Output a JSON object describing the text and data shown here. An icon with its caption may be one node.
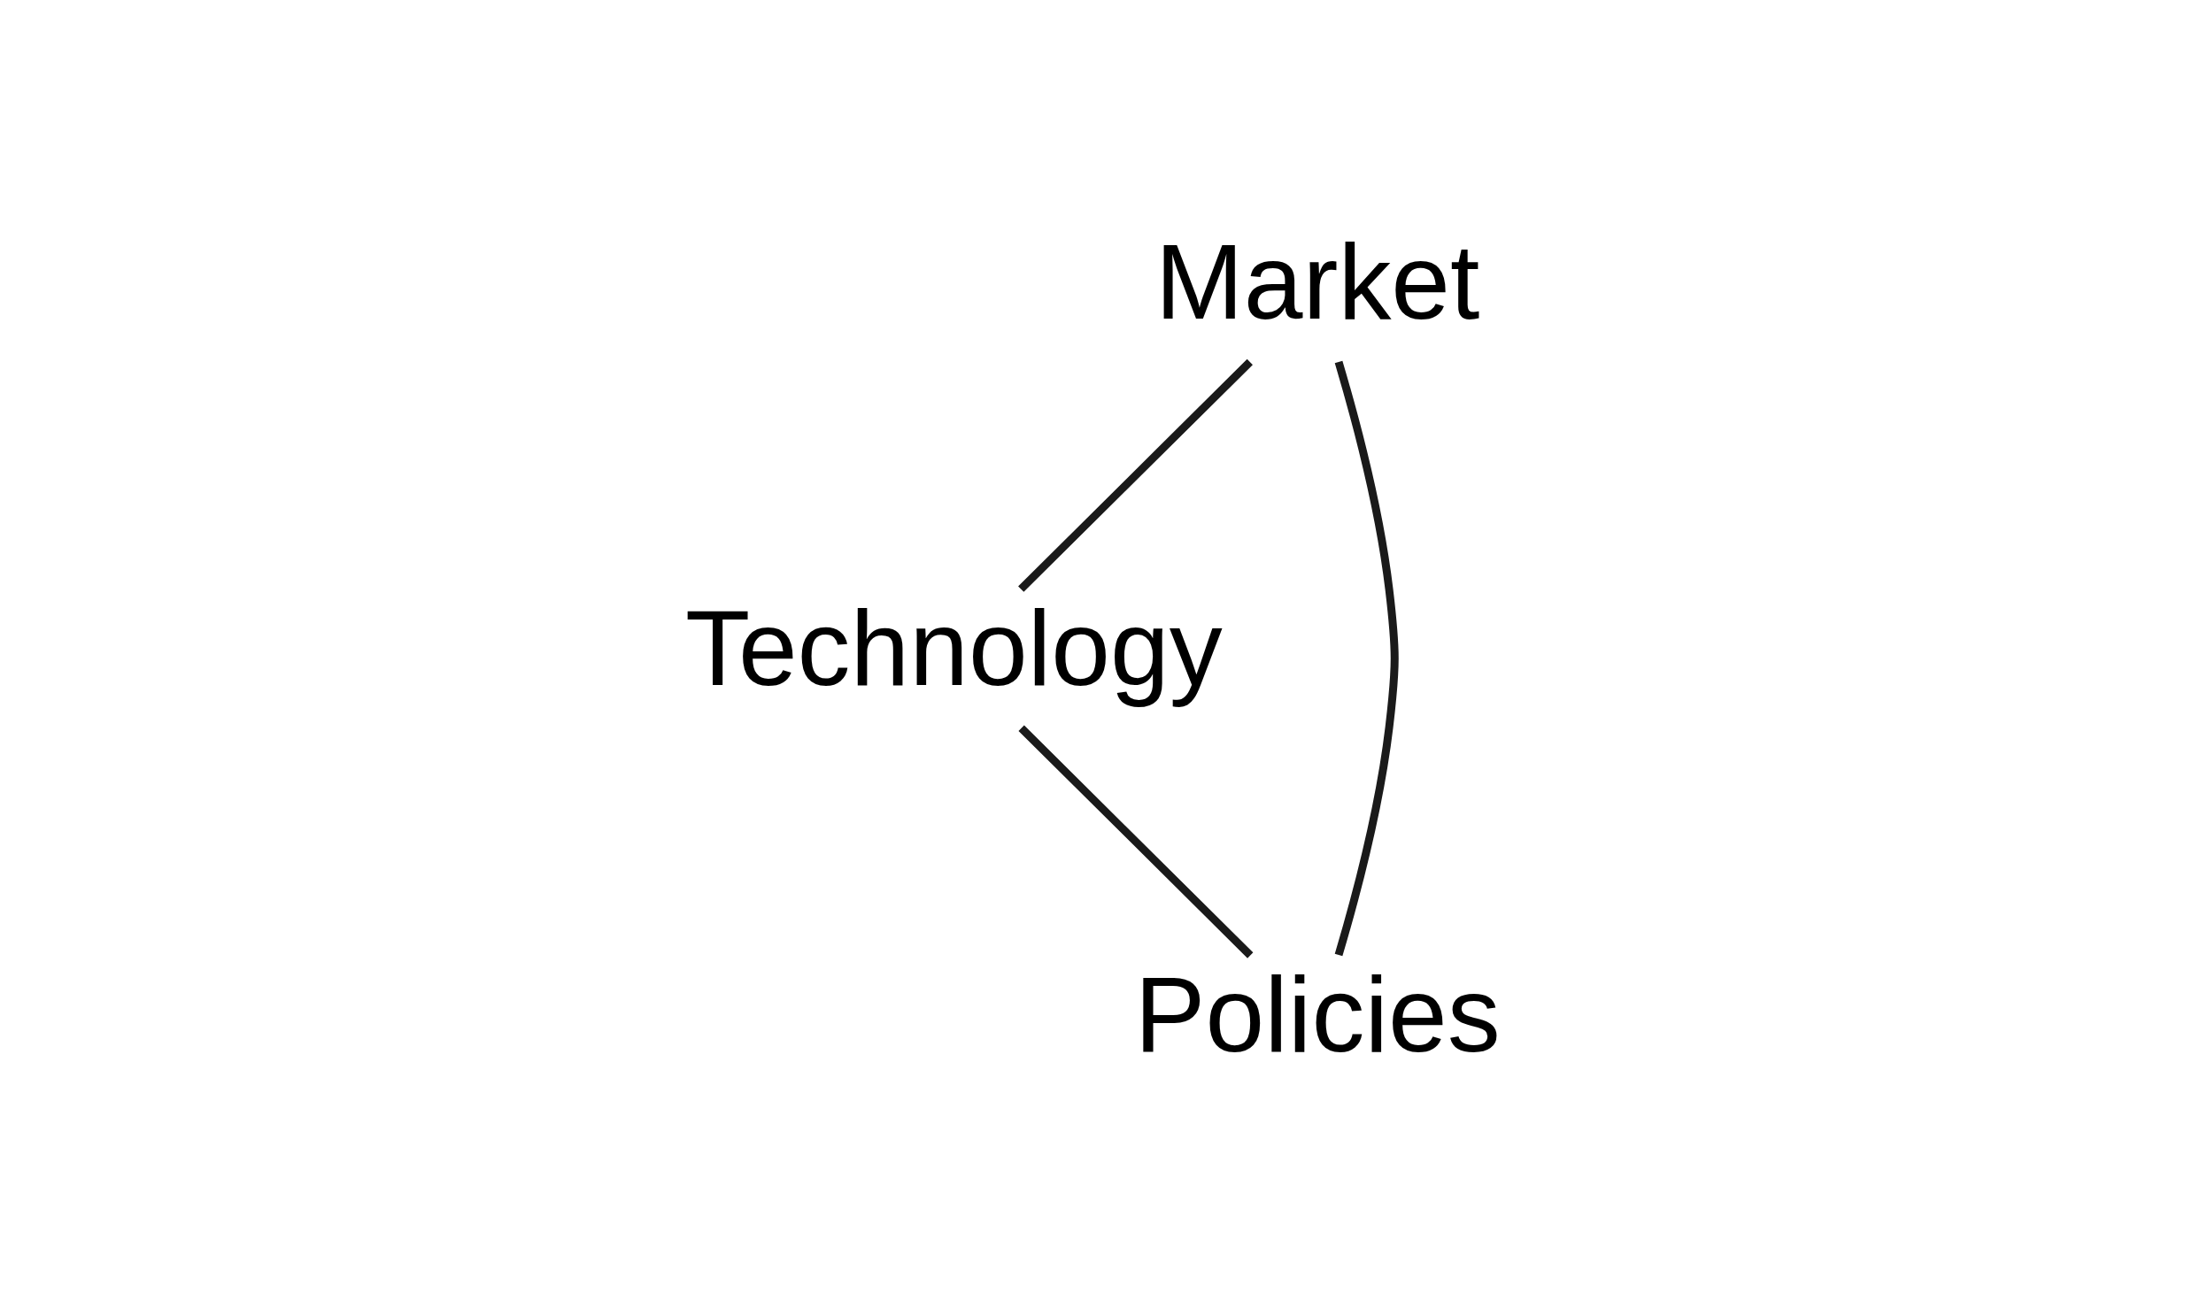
{
  "diagram": {
    "nodes": [
      {
        "text": [
          "Market"
        ]
      },
      {
        "text": [
          "Technology"
        ]
      },
      {
        "text": [
          "Policies"
        ]
      }
    ],
    "edges": [
      {
        "from": 0,
        "to": 1,
        "arrow": "none"
      },
      {
        "from": 1,
        "to": 2,
        "arrow": "none"
      },
      {
        "from": 2,
        "to": 0,
        "arrow": "none"
      }
    ]
  }
}
